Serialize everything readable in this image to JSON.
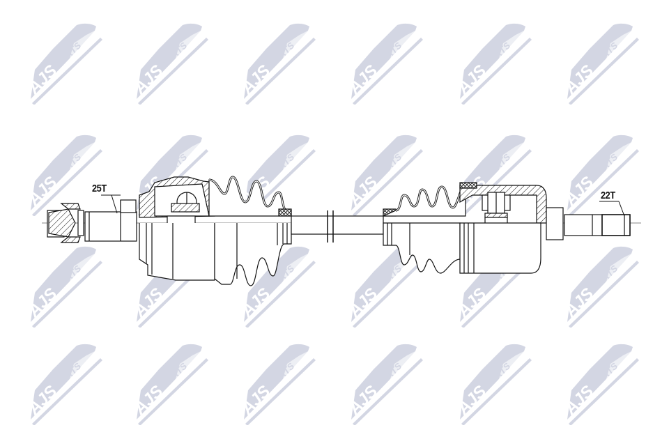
{
  "watermark": {
    "brand": "AJS",
    "sub": "PARTS",
    "color": "#d3d6e3",
    "rows_y": [
      30,
      190,
      350,
      490
    ],
    "cols_x": [
      40,
      192,
      346,
      500,
      656,
      810
    ]
  },
  "diagram": {
    "subject": "drive shaft (CV axle) cross-section",
    "left_spline_label": "25T",
    "right_spline_label": "22T",
    "line_color": "#111111",
    "background": "#ffffff"
  }
}
